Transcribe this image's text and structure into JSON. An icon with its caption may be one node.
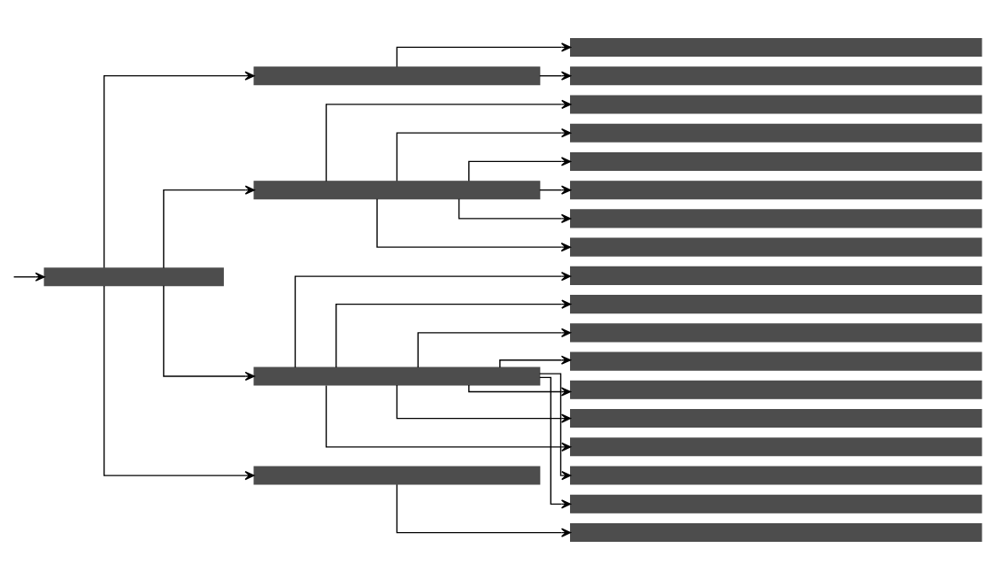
{
  "diagram": {
    "nodes": [
      {
        "text": [],
        "shape": "bar"
      },
      {
        "text": [],
        "shape": "bar"
      },
      {
        "text": [],
        "shape": "bar"
      },
      {
        "text": [],
        "shape": "bar"
      },
      {
        "text": [],
        "shape": "bar"
      },
      {
        "text": [],
        "shape": "bar"
      },
      {
        "text": [],
        "shape": "bar"
      },
      {
        "text": [],
        "shape": "bar"
      },
      {
        "text": [],
        "shape": "bar"
      },
      {
        "text": [],
        "shape": "bar"
      },
      {
        "text": [],
        "shape": "bar"
      },
      {
        "text": [],
        "shape": "bar"
      },
      {
        "text": [],
        "shape": "bar"
      },
      {
        "text": [],
        "shape": "bar"
      },
      {
        "text": [],
        "shape": "bar"
      },
      {
        "text": [],
        "shape": "bar"
      },
      {
        "text": [],
        "shape": "bar"
      },
      {
        "text": [],
        "shape": "bar"
      },
      {
        "text": [],
        "shape": "bar"
      },
      {
        "text": [],
        "shape": "bar"
      },
      {
        "text": [],
        "shape": "bar"
      },
      {
        "text": [],
        "shape": "bar"
      },
      {
        "text": [],
        "shape": "bar"
      }
    ],
    "edges": [
      {
        "from": null,
        "to": 0,
        "arrow": "to"
      },
      {
        "from": 0,
        "to": 1,
        "arrow": "to"
      },
      {
        "from": 1,
        "to": 2,
        "arrow": "to"
      },
      {
        "from": 1,
        "to": 3,
        "arrow": "to"
      },
      {
        "from": 0,
        "to": 4,
        "arrow": "to"
      },
      {
        "from": 4,
        "to": 5,
        "arrow": "to"
      },
      {
        "from": 4,
        "to": 6,
        "arrow": "to"
      },
      {
        "from": 4,
        "to": 7,
        "arrow": "to"
      },
      {
        "from": 4,
        "to": 8,
        "arrow": "to"
      },
      {
        "from": 4,
        "to": 9,
        "arrow": "to"
      },
      {
        "from": 4,
        "to": 10,
        "arrow": "to"
      },
      {
        "from": 0,
        "to": 11,
        "arrow": "to"
      },
      {
        "from": 11,
        "to": 12,
        "arrow": "to"
      },
      {
        "from": 11,
        "to": 13,
        "arrow": "to"
      },
      {
        "from": 11,
        "to": 14,
        "arrow": "to"
      },
      {
        "from": 11,
        "to": 15,
        "arrow": "to"
      },
      {
        "from": 11,
        "to": 16,
        "arrow": "to"
      },
      {
        "from": 11,
        "to": 17,
        "arrow": "to"
      },
      {
        "from": 11,
        "to": 18,
        "arrow": "to"
      },
      {
        "from": 11,
        "to": 19,
        "arrow": "to"
      },
      {
        "from": 11,
        "to": 20,
        "arrow": "to"
      },
      {
        "from": 0,
        "to": 21,
        "arrow": "to"
      },
      {
        "from": 21,
        "to": 22,
        "arrow": "to"
      }
    ]
  }
}
